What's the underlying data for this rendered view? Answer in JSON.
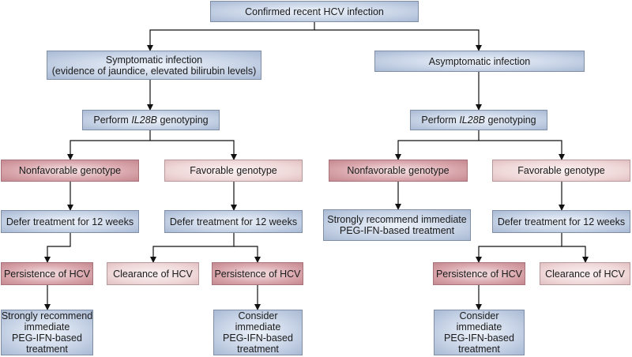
{
  "root": "Confirmed recent HCV infection",
  "left": {
    "title": "Symptomatic infection",
    "subtitle": "(evidence of jaundice, elevated bilirubin levels)",
    "genotyping": {
      "prefix": "Perform ",
      "gene": "IL28B",
      "suffix": " genotyping"
    },
    "nonfavorable": "Nonfavorable genotype",
    "favorable": "Favorable genotype",
    "defer_a": "Defer treatment for 12 weeks",
    "defer_b": "Defer treatment for 12 weeks",
    "persistence_a": "Persistence of HCV",
    "clearance": "Clearance of HCV",
    "persistence_b": "Persistence of HCV",
    "recommend": [
      "Strongly recommend",
      "immediate",
      "PEG-IFN-based",
      "treatment"
    ],
    "consider": [
      "Consider",
      "immediate",
      "PEG-IFN-based",
      "treatment"
    ]
  },
  "right": {
    "title": "Asymptomatic infection",
    "genotyping": {
      "prefix": "Perform ",
      "gene": "IL28B",
      "suffix": " genotyping"
    },
    "nonfavorable": "Nonfavorable genotype",
    "favorable": "Favorable genotype",
    "recommend": [
      "Strongly recommend immediate",
      "PEG-IFN-based treatment"
    ],
    "defer": "Defer treatment for 12 weeks",
    "persistence": "Persistence of HCV",
    "clearance": "Clearance of HCV",
    "consider": [
      "Consider",
      "immediate",
      "PEG-IFN-based",
      "treatment"
    ]
  }
}
